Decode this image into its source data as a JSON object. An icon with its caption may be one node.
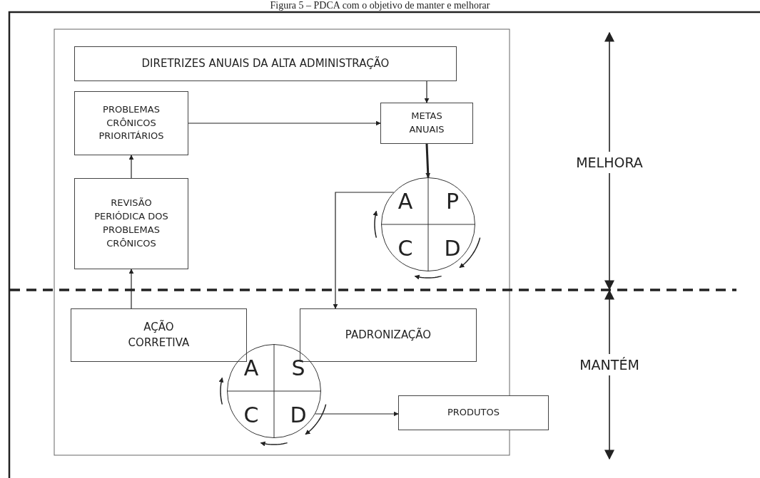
{
  "diagram": {
    "title": "Figura 5 – PDCA com o objetivo de manter e melhorar",
    "nodes": [
      {
        "text": [
          "DIRETRIZES ANUAIS DA ALTA ADMINISTRAÇÃO"
        ]
      },
      {
        "text": [
          "PROBLEMAS CRÔNICOS PRIORITÁRIOS"
        ]
      },
      {
        "text": [
          "METAS ANUAIS"
        ]
      },
      {
        "text": [
          "A",
          "P",
          "C",
          "D"
        ]
      },
      {
        "text": [
          "REVISÃO PERIÓDICA DOS PROBLEMAS CRÔNICOS"
        ]
      },
      {
        "text": [
          "AÇÃO CORRETIVA"
        ]
      },
      {
        "text": [
          "PADRONIZAÇÃO"
        ]
      },
      {
        "text": [
          "A",
          "S",
          "C",
          "D"
        ]
      },
      {
        "text": [
          "PRODUTOS"
        ]
      }
    ],
    "edges": [
      {
        "from": 0,
        "to": 2,
        "arrow": "to"
      },
      {
        "from": 1,
        "to": 2,
        "arrow": "to"
      },
      {
        "from": 2,
        "to": 3,
        "arrow": "to",
        "style": "thick"
      },
      {
        "from": 3,
        "to": 6,
        "arrow": "to"
      },
      {
        "from": 4,
        "to": 1,
        "arrow": "to"
      },
      {
        "from": 5,
        "to": 4,
        "arrow": "to"
      },
      {
        "from": 7,
        "to": 8,
        "arrow": "to"
      }
    ],
    "labels": [
      "MELHORA",
      "MANTÉM"
    ]
  }
}
